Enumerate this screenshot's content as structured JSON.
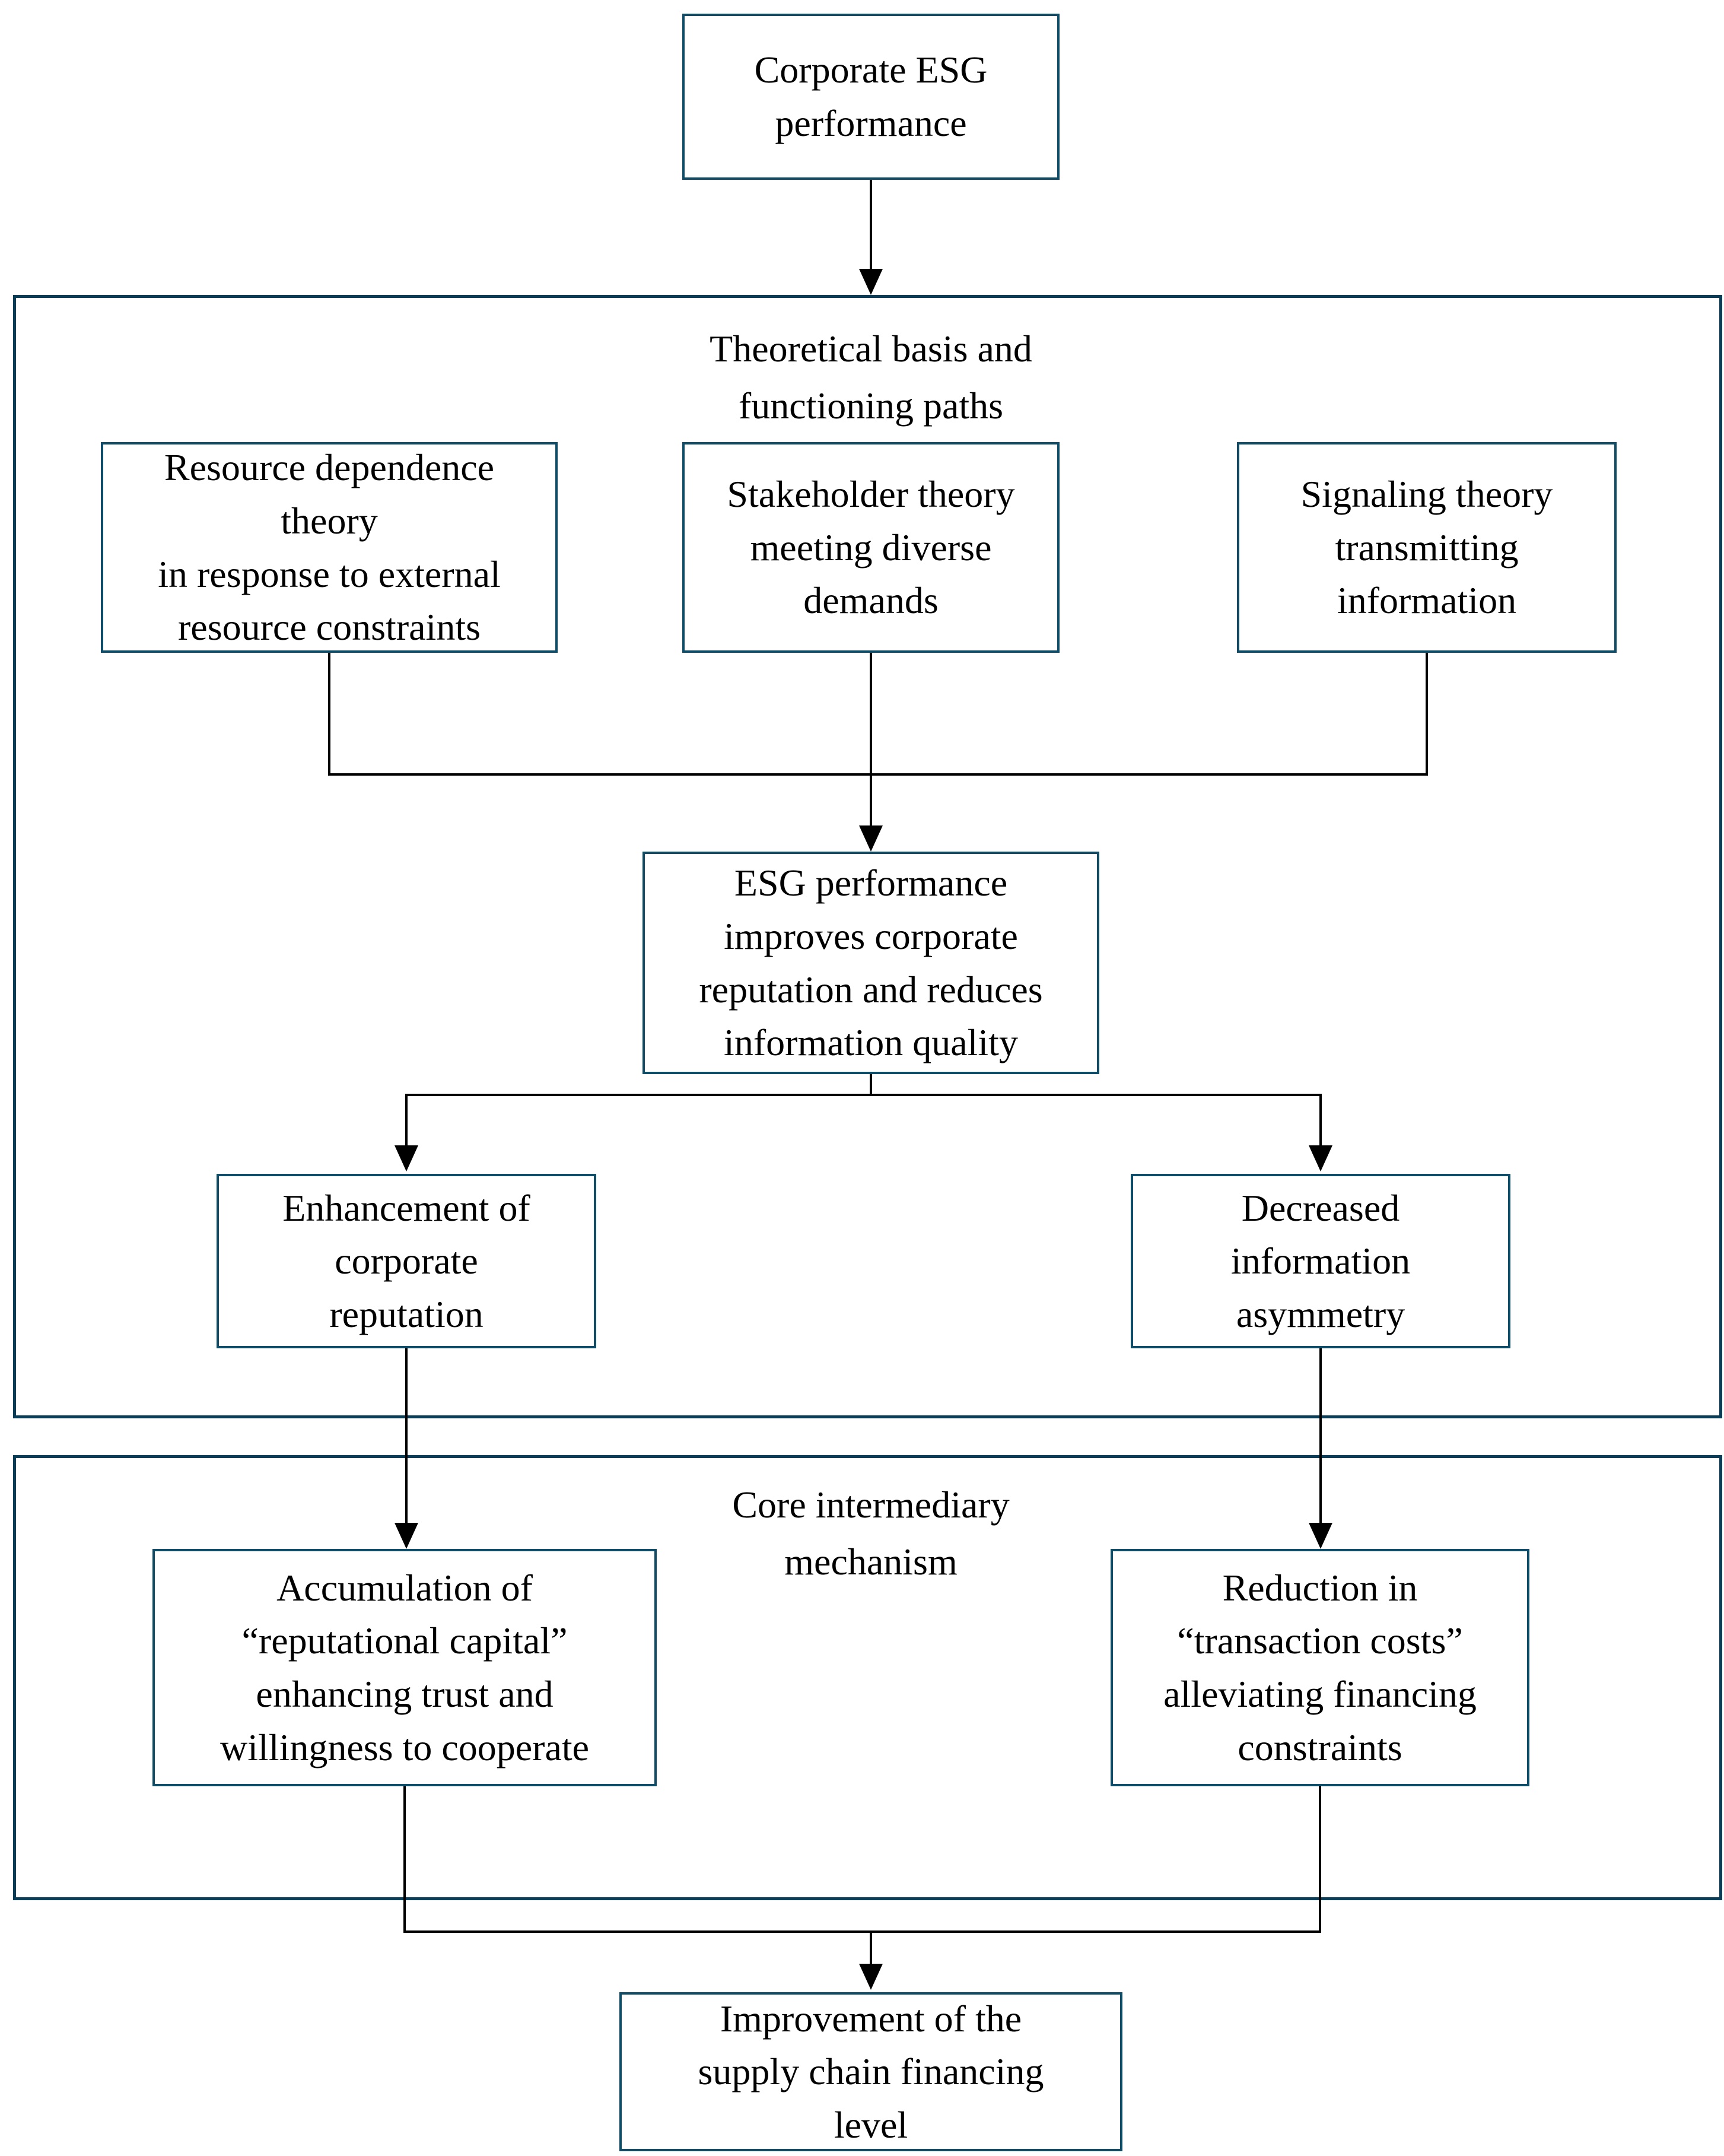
{
  "colors": {
    "box_border": "#0f4c68",
    "container_border": "#0a3d58",
    "line_color": "#000000",
    "bg": "#ffffff",
    "text_color": "#000000"
  },
  "sections": {
    "theoretical": {
      "title": "Theoretical basis and\nfunctioning paths"
    },
    "core": {
      "title": "Core intermediary\nmechanism"
    }
  },
  "nodes": {
    "corporate_esg": {
      "label": "Corporate ESG\nperformance"
    },
    "resource_dependence": {
      "label": "Resource dependence\ntheory\nin response to external\nresource constraints"
    },
    "stakeholder": {
      "label": "Stakeholder theory\nmeeting diverse\ndemands"
    },
    "signaling": {
      "label": "Signaling theory\ntransmitting\ninformation"
    },
    "esg_improves": {
      "label": "ESG performance\nimproves corporate\nreputation and reduces\ninformation quality"
    },
    "enhancement": {
      "label": "Enhancement of\ncorporate\nreputation"
    },
    "decreased_asymmetry": {
      "label": "Decreased\ninformation\nasymmetry"
    },
    "reputational_capital": {
      "label": "Accumulation of\n“reputational capital”\nenhancing trust and\nwillingness to cooperate"
    },
    "transaction_costs": {
      "label": "Reduction in\n“transaction costs”\nalleviating financing\nconstraints"
    },
    "improvement": {
      "label": "Improvement of the\nsupply chain financing\nlevel"
    }
  }
}
